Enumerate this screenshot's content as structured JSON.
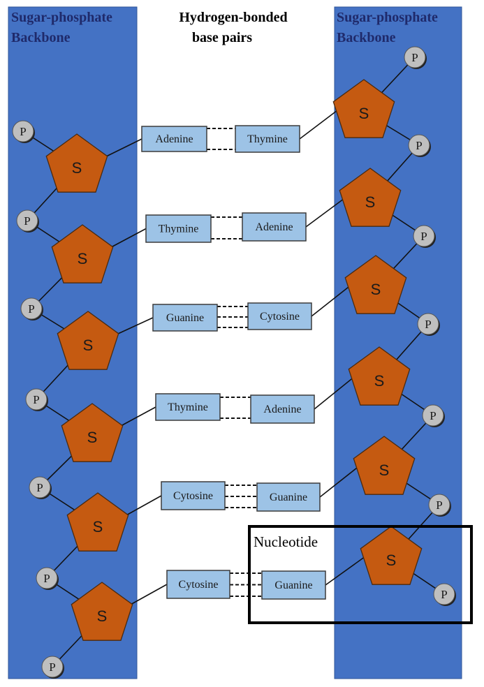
{
  "headers": {
    "left_backbone": [
      "Sugar-phosphate",
      "Backbone"
    ],
    "center": [
      "Hydrogen-bonded",
      "base pairs"
    ],
    "right_backbone": [
      "Sugar-phosphate",
      "Backbone"
    ]
  },
  "sugar_label": "S",
  "phosphate_label": "P",
  "nucleotide_label": "Nucleotide",
  "base_pairs": [
    {
      "left": "Adenine",
      "right": "Thymine",
      "h_bonds": 2
    },
    {
      "left": "Thymine",
      "right": "Adenine",
      "h_bonds": 2
    },
    {
      "left": "Guanine",
      "right": "Cytosine",
      "h_bonds": 3
    },
    {
      "left": "Thymine",
      "right": "Adenine",
      "h_bonds": 2
    },
    {
      "left": "Cytosine",
      "right": "Guanine",
      "h_bonds": 3
    },
    {
      "left": "Cytosine",
      "right": "Guanine",
      "h_bonds": 3
    }
  ],
  "colors": {
    "backbone": "#4472C4",
    "sugar": "#C55A11",
    "phosphate": "#BFBFBF",
    "base": "#9DC3E6",
    "header_text": "#1F2A6B"
  }
}
